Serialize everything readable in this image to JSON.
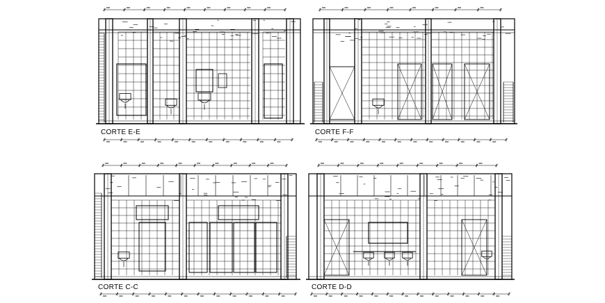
{
  "sections": [
    {
      "id": "ee",
      "label": "CORTE E-E"
    },
    {
      "id": "ff",
      "label": "CORTE F-F"
    },
    {
      "id": "cc",
      "label": "CORTE C-C"
    },
    {
      "id": "dd",
      "label": "CORTE D-D"
    }
  ],
  "colors": {
    "line": "#000000",
    "background": "#ffffff"
  }
}
